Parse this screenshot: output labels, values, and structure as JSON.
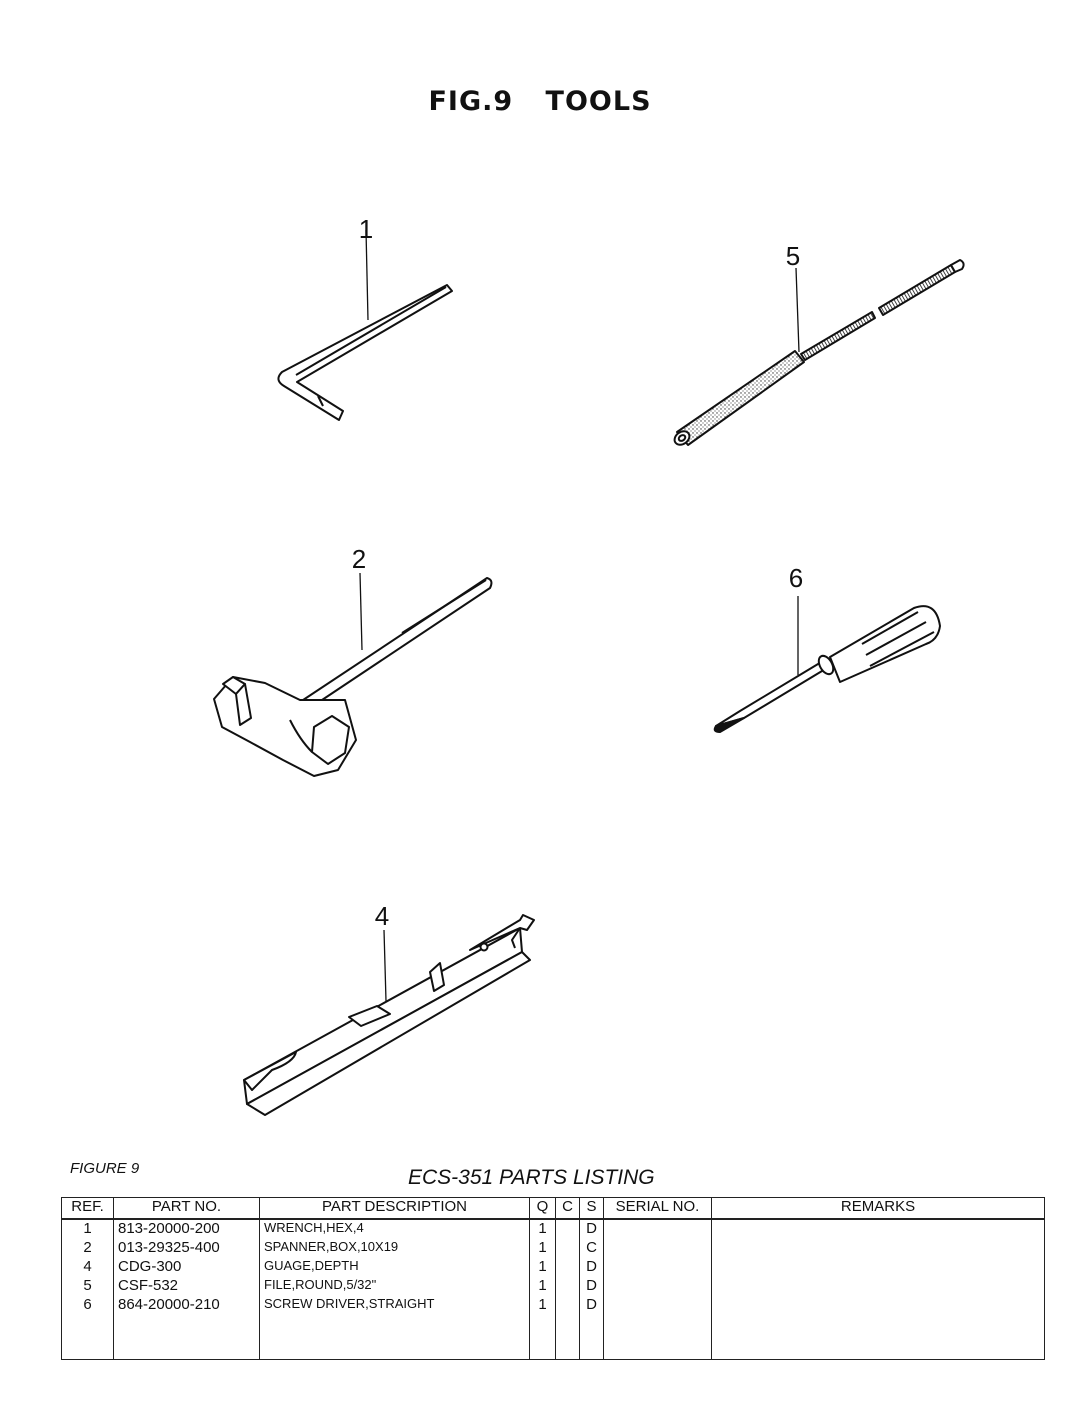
{
  "page": {
    "title": "FIG.9    TOOLS",
    "figure_label": "FIGURE 9",
    "listing_title": "ECS-351 PARTS LISTING"
  },
  "figure": {
    "callouts": {
      "part1": "1",
      "part2": "2",
      "part4": "4",
      "part5": "5",
      "part6": "6"
    }
  },
  "table": {
    "headers": {
      "ref": "REF.",
      "part_no": "PART NO.",
      "description": "PART DESCRIPTION",
      "q": "Q",
      "c": "C",
      "s": "S",
      "serial_no": "SERIAL NO.",
      "remarks": "REMARKS"
    },
    "rows": [
      {
        "ref": "1",
        "part_no": "813-20000-200",
        "description": "WRENCH,HEX,4",
        "q": "1",
        "c": "",
        "s": "D",
        "serial_no": "",
        "remarks": ""
      },
      {
        "ref": "2",
        "part_no": "013-29325-400",
        "description": "SPANNER,BOX,10X19",
        "q": "1",
        "c": "",
        "s": "C",
        "serial_no": "",
        "remarks": ""
      },
      {
        "ref": "4",
        "part_no": "CDG-300",
        "description": "GUAGE,DEPTH",
        "q": "1",
        "c": "",
        "s": "D",
        "serial_no": "",
        "remarks": ""
      },
      {
        "ref": "5",
        "part_no": "CSF-532",
        "description": "FILE,ROUND,5/32\"",
        "q": "1",
        "c": "",
        "s": "D",
        "serial_no": "",
        "remarks": ""
      },
      {
        "ref": "6",
        "part_no": "864-20000-210",
        "description": "SCREW DRIVER,STRAIGHT",
        "q": "1",
        "c": "",
        "s": "D",
        "serial_no": "",
        "remarks": ""
      },
      {
        "ref": "",
        "part_no": "",
        "description": "",
        "q": "",
        "c": "",
        "s": "",
        "serial_no": "",
        "remarks": ""
      }
    ]
  }
}
